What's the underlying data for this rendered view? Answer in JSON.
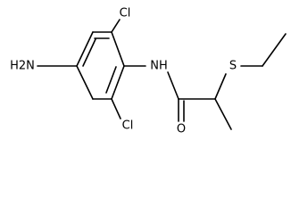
{
  "molecule": {
    "atoms": {
      "amine": "H2N",
      "chlorine_top": "Cl",
      "chlorine_bottom": "Cl",
      "amide_nitrogen": "NH",
      "carbonyl_oxygen": "O",
      "sulfur": "S"
    }
  }
}
